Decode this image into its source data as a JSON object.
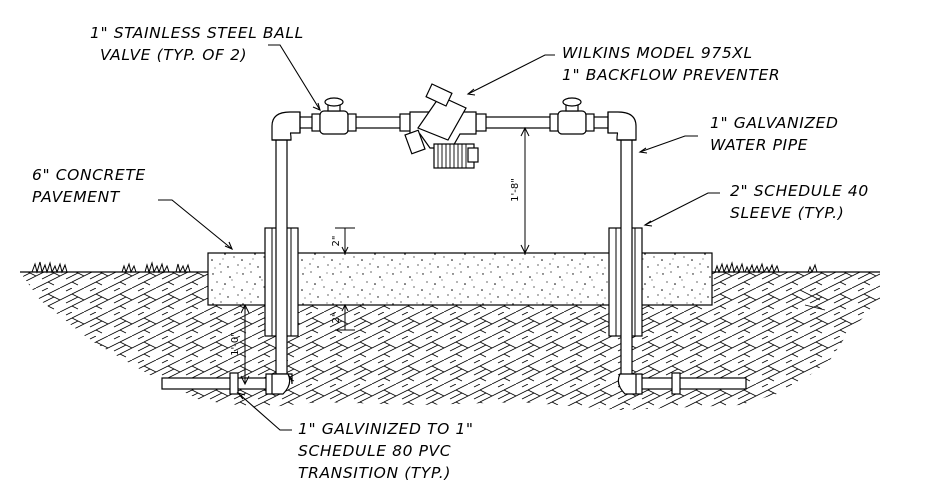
{
  "callouts": {
    "ball_valve": [
      "1\" STAINLESS STEEL BALL",
      "VALVE (TYP. OF 2)"
    ],
    "backflow": [
      "WILKINS MODEL 975XL",
      "1\" BACKFLOW PREVENTER"
    ],
    "galv_pipe": [
      "1\" GALVANIZED",
      "WATER PIPE"
    ],
    "concrete": [
      "6\" CONCRETE",
      "PAVEMENT"
    ],
    "sleeve": [
      "2\" SCHEDULE 40",
      "SLEEVE (TYP.)"
    ],
    "transition": [
      "1\" GALVINIZED TO 1\"",
      "SCHEDULE 80 PVC",
      "TRANSITION (TYP.)"
    ]
  },
  "dimensions": {
    "height_above_slab": "1'-8\"",
    "slab_top": "2\"",
    "slab_bottom": "2\"",
    "pipe_depth": "1'-0\""
  }
}
